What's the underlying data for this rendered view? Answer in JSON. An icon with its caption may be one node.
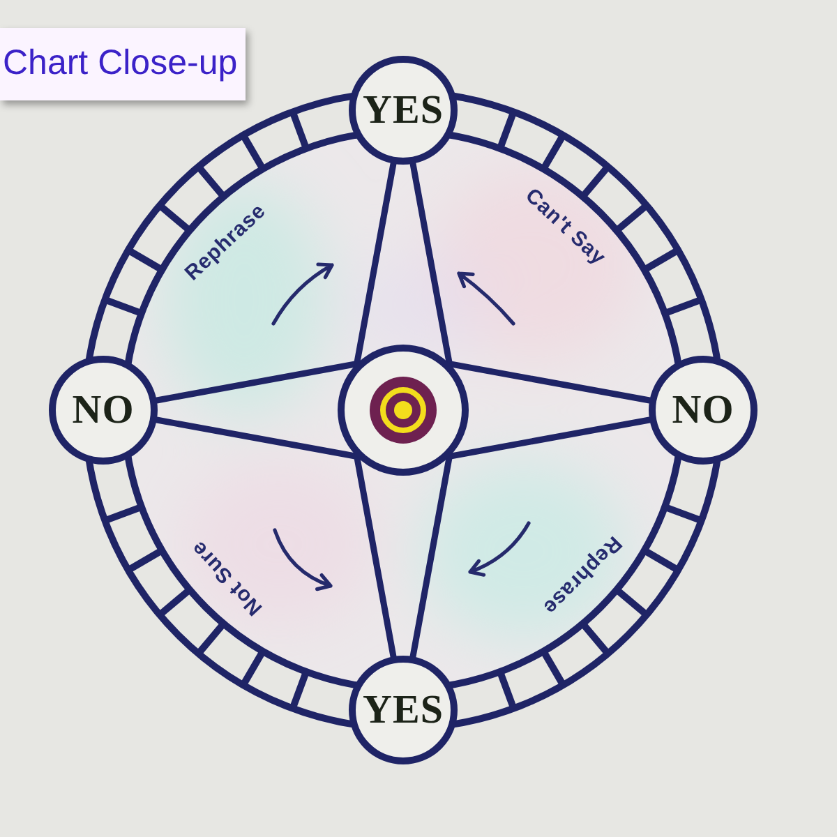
{
  "diagram": {
    "title": "Chart Close-up",
    "nodes": [
      {
        "text": [
          "YES"
        ]
      },
      {
        "text": [
          "NO"
        ]
      },
      {
        "text": [],
        "shape": "circle"
      },
      {
        "text": [
          "NO"
        ]
      },
      {
        "text": [
          "YES"
        ]
      }
    ],
    "edges": [
      {
        "from": 0,
        "to": 2,
        "arrow": "none"
      },
      {
        "from": 0,
        "to": 2,
        "arrow": "none"
      },
      {
        "from": 1,
        "to": 2,
        "arrow": "none"
      },
      {
        "from": 1,
        "to": 2,
        "arrow": "none"
      },
      {
        "from": 3,
        "to": 2,
        "arrow": "none"
      },
      {
        "from": 3,
        "to": 2,
        "arrow": "none"
      },
      {
        "from": 4,
        "to": 2,
        "arrow": "none"
      },
      {
        "from": 4,
        "to": 2,
        "arrow": "none"
      }
    ],
    "labels": [
      "Rephrase",
      "Can't Say",
      "Not Sure",
      "Rephrase"
    ]
  }
}
